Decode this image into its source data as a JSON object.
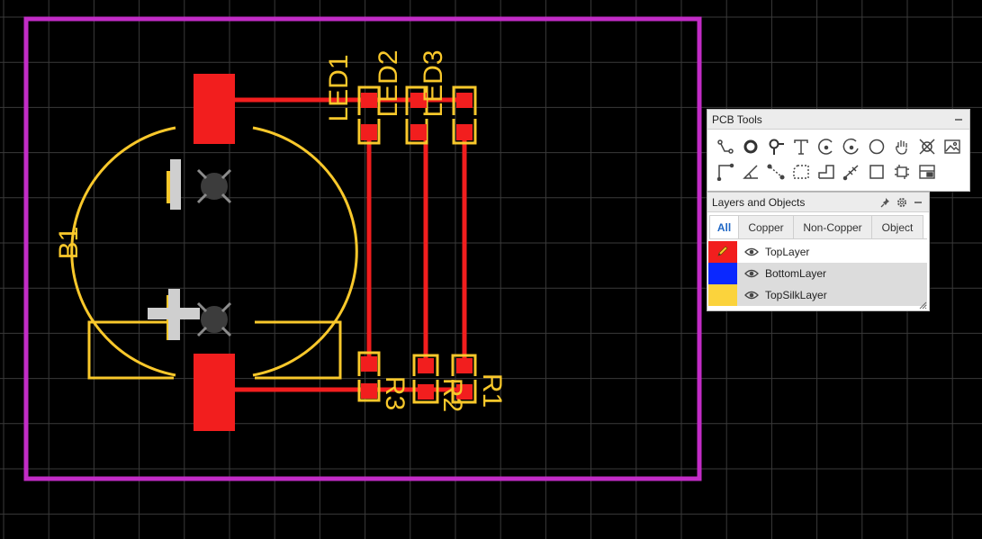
{
  "canvas": {
    "colors": {
      "background": "#000000",
      "grid": "#3a3a3a",
      "board_outline": "#c22cc6",
      "top_copper": "#f21e1e",
      "silkscreen": "#f9c82b",
      "hole": "#3c3c3c"
    },
    "designators": {
      "b1": "B1",
      "led1": "LED1",
      "led2": "LED2",
      "led3": "LED3",
      "r1": "R1",
      "r2": "R2",
      "r3": "R3"
    }
  },
  "pcb_tools": {
    "title": "PCB Tools",
    "rows": [
      [
        "track-tool-icon",
        "pad-tool-icon",
        "via-tool-icon",
        "text-tool-icon",
        "arc-tool-icon",
        "center-arc-tool-icon",
        "circle-tool-icon",
        "pan-hand-icon",
        "cross-probe-icon",
        "image-tool-icon"
      ],
      [
        "line-tool-icon",
        "angle-tool-icon",
        "connection-tool-icon",
        "solid-region-icon",
        "step-tool-icon",
        "differential-pair-icon",
        "rectangle-tool-icon",
        "component-tool-icon",
        "canvas-origin-icon"
      ]
    ]
  },
  "layers_panel": {
    "title": "Layers and Objects",
    "tabs": [
      "All",
      "Copper",
      "Non-Copper",
      "Object"
    ],
    "active_tab": "All",
    "layers": [
      {
        "name": "TopLayer",
        "color": "#f21e1e",
        "active": true,
        "visible": true
      },
      {
        "name": "BottomLayer",
        "color": "#0a28ff",
        "active": false,
        "visible": true
      },
      {
        "name": "TopSilkLayer",
        "color": "#fbd33c",
        "active": false,
        "visible": true
      }
    ]
  }
}
